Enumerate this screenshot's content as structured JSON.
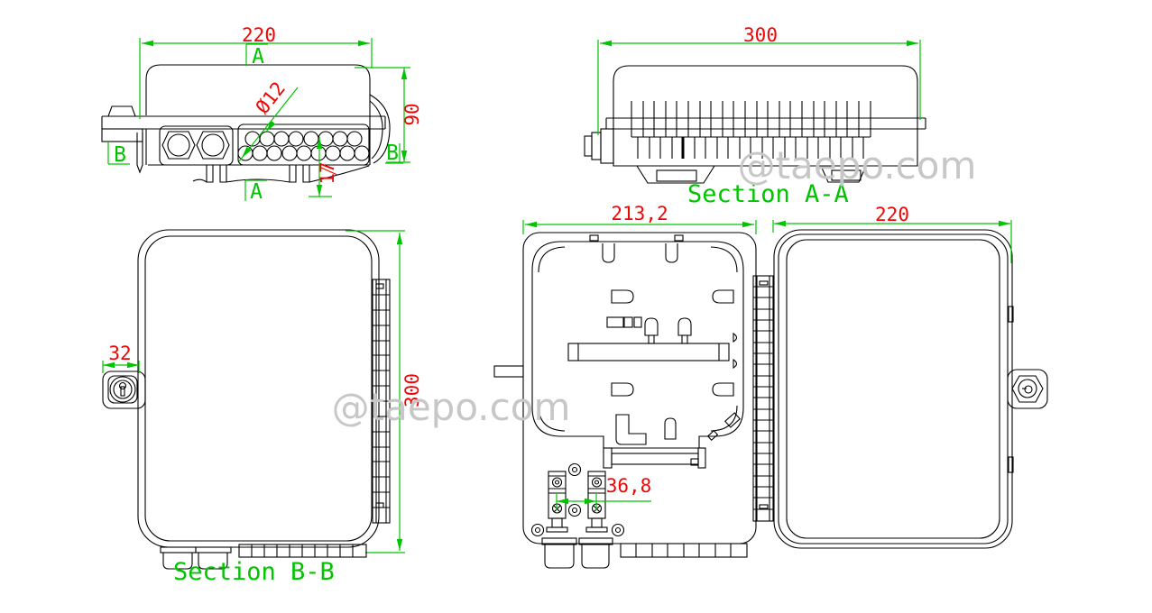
{
  "drawing": {
    "watermark": "@taepo.com",
    "labels": {
      "section_aa": "Section A-A",
      "section_bb": "Section B-B",
      "marker_a": "A",
      "marker_b": "B"
    },
    "dimensions": {
      "side_width": "220",
      "side_height": "90",
      "side_port_offset": "17",
      "side_hole_diameter": "Ø12",
      "section_aa_width": "300",
      "front_lock_tab_width": "32",
      "front_height": "300",
      "open_box_width": "213,2",
      "clamp_spacing": "36,8",
      "door_width": "220"
    },
    "colors": {
      "line": "#000000",
      "dimension_text": "#f00505",
      "annotation_green": "#00c400",
      "watermark_gray": "#c7c7c7",
      "background": "#ffffff"
    }
  }
}
